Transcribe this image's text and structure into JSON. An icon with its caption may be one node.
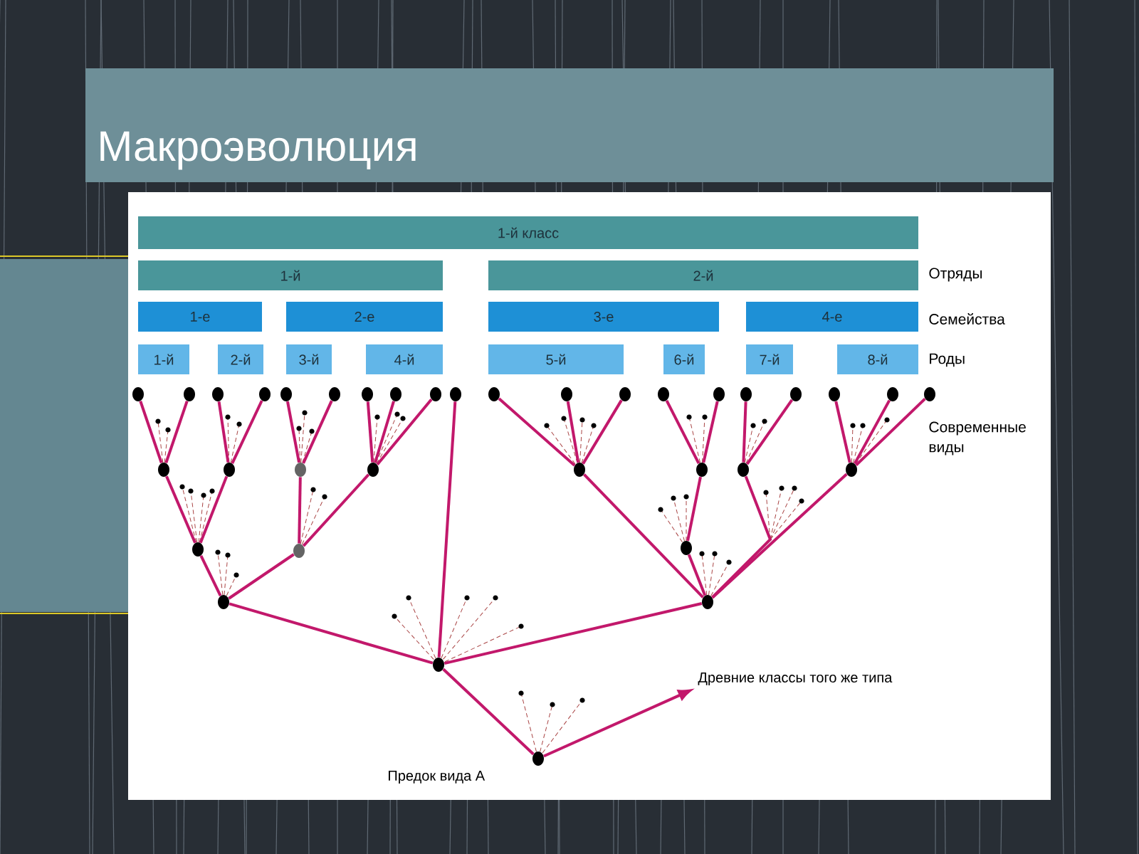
{
  "diagram": {
    "title": "Макроэволюция",
    "nodes": [
      {
        "text": [
          "1-й класс"
        ]
      },
      {
        "text": [
          "1-й"
        ]
      },
      {
        "text": [
          "2-й"
        ]
      },
      {
        "text": [
          "1-е"
        ]
      },
      {
        "text": [
          "2-е"
        ]
      },
      {
        "text": [
          "3-е"
        ]
      },
      {
        "text": [
          "4-е"
        ]
      },
      {
        "text": [
          "1-й"
        ]
      },
      {
        "text": [
          "2-й"
        ]
      },
      {
        "text": [
          "3-й"
        ]
      },
      {
        "text": [
          "4-й"
        ]
      },
      {
        "text": [
          "5-й"
        ]
      },
      {
        "text": [
          "6-й"
        ]
      },
      {
        "text": [
          "7-й"
        ]
      },
      {
        "text": [
          "8-й"
        ]
      },
      {
        "text": [],
        "shape": "circle"
      },
      {
        "text": [],
        "shape": "circle"
      },
      {
        "text": [],
        "shape": "circle"
      },
      {
        "text": [],
        "shape": "circle"
      },
      {
        "text": [],
        "shape": "circle"
      },
      {
        "text": [],
        "shape": "circle"
      },
      {
        "text": [],
        "shape": "circle"
      },
      {
        "text": [],
        "shape": "circle"
      },
      {
        "text": [],
        "shape": "circle"
      },
      {
        "text": [],
        "shape": "circle"
      },
      {
        "text": [],
        "shape": "circle"
      },
      {
        "text": [],
        "shape": "circle"
      },
      {
        "text": [],
        "shape": "circle"
      },
      {
        "text": [],
        "shape": "circle"
      },
      {
        "text": [],
        "shape": "circle"
      },
      {
        "text": [],
        "shape": "circle"
      },
      {
        "text": [],
        "shape": "circle"
      },
      {
        "text": [],
        "shape": "circle"
      },
      {
        "text": [],
        "shape": "circle"
      },
      {
        "text": [],
        "shape": "circle"
      },
      {
        "text": [],
        "shape": "circle"
      },
      {
        "text": [],
        "shape": "circle"
      },
      {
        "text": [],
        "shape": "circle"
      },
      {
        "text": [],
        "shape": "circle"
      },
      {
        "text": [],
        "shape": "circle"
      },
      {
        "text": [],
        "shape": "circle"
      },
      {
        "text": [],
        "shape": "circle"
      },
      {
        "text": [],
        "shape": "circle"
      },
      {
        "text": [],
        "shape": "circle"
      },
      {
        "text": [],
        "shape": "circle"
      },
      {
        "text": [],
        "shape": "circle"
      },
      {
        "text": [],
        "shape": "circle"
      },
      {
        "text": [],
        "shape": "circle"
      },
      {
        "text": [],
        "shape": "circle"
      },
      {
        "text": [],
        "shape": "circle",
        "beside": [
          "Предок вида А"
        ]
      },
      {
        "text": [
          "Древние классы того же типа"
        ]
      }
    ],
    "edges": [
      {
        "from": 35,
        "to": 15,
        "arrow": "none"
      },
      {
        "from": 35,
        "to": 16,
        "arrow": "none"
      },
      {
        "from": 36,
        "to": 17,
        "arrow": "none"
      },
      {
        "from": 36,
        "to": 18,
        "arrow": "none"
      },
      {
        "from": 37,
        "to": 19,
        "arrow": "none"
      },
      {
        "from": 37,
        "to": 20,
        "arrow": "none"
      },
      {
        "from": 38,
        "to": 21,
        "arrow": "none"
      },
      {
        "from": 38,
        "to": 22,
        "arrow": "none"
      },
      {
        "from": 38,
        "to": 23,
        "arrow": "none"
      },
      {
        "from": 39,
        "to": 25,
        "arrow": "none"
      },
      {
        "from": 39,
        "to": 26,
        "arrow": "none"
      },
      {
        "from": 39,
        "to": 27,
        "arrow": "none"
      },
      {
        "from": 40,
        "to": 28,
        "arrow": "none"
      },
      {
        "from": 40,
        "to": 29,
        "arrow": "none"
      },
      {
        "from": 41,
        "to": 30,
        "arrow": "none"
      },
      {
        "from": 41,
        "to": 31,
        "arrow": "none"
      },
      {
        "from": 42,
        "to": 32,
        "arrow": "none"
      },
      {
        "from": 42,
        "to": 33,
        "arrow": "none"
      },
      {
        "from": 42,
        "to": 34,
        "arrow": "none"
      },
      {
        "from": 43,
        "to": 35,
        "arrow": "none"
      },
      {
        "from": 43,
        "to": 36,
        "arrow": "none"
      },
      {
        "from": 44,
        "to": 37,
        "arrow": "none"
      },
      {
        "from": 44,
        "to": 38,
        "arrow": "none"
      },
      {
        "from": 45,
        "to": 40,
        "arrow": "none"
      },
      {
        "from": 46,
        "to": 43,
        "arrow": "none"
      },
      {
        "from": 46,
        "to": 44,
        "arrow": "none"
      },
      {
        "from": 47,
        "to": 39,
        "arrow": "none"
      },
      {
        "from": 47,
        "to": 45,
        "arrow": "none"
      },
      {
        "from": 47,
        "to": 41,
        "arrow": "none"
      },
      {
        "from": 47,
        "to": 42,
        "arrow": "none"
      },
      {
        "from": 48,
        "to": 46,
        "arrow": "none"
      },
      {
        "from": 48,
        "to": 24,
        "arrow": "none"
      },
      {
        "from": 48,
        "to": 47,
        "arrow": "none"
      },
      {
        "from": 49,
        "to": 48,
        "arrow": "none"
      },
      {
        "from": 49,
        "to": 50,
        "arrow": "to"
      }
    ],
    "labels": [
      "Отряды",
      "Семейства",
      "Роды",
      "Современные виды"
    ]
  }
}
